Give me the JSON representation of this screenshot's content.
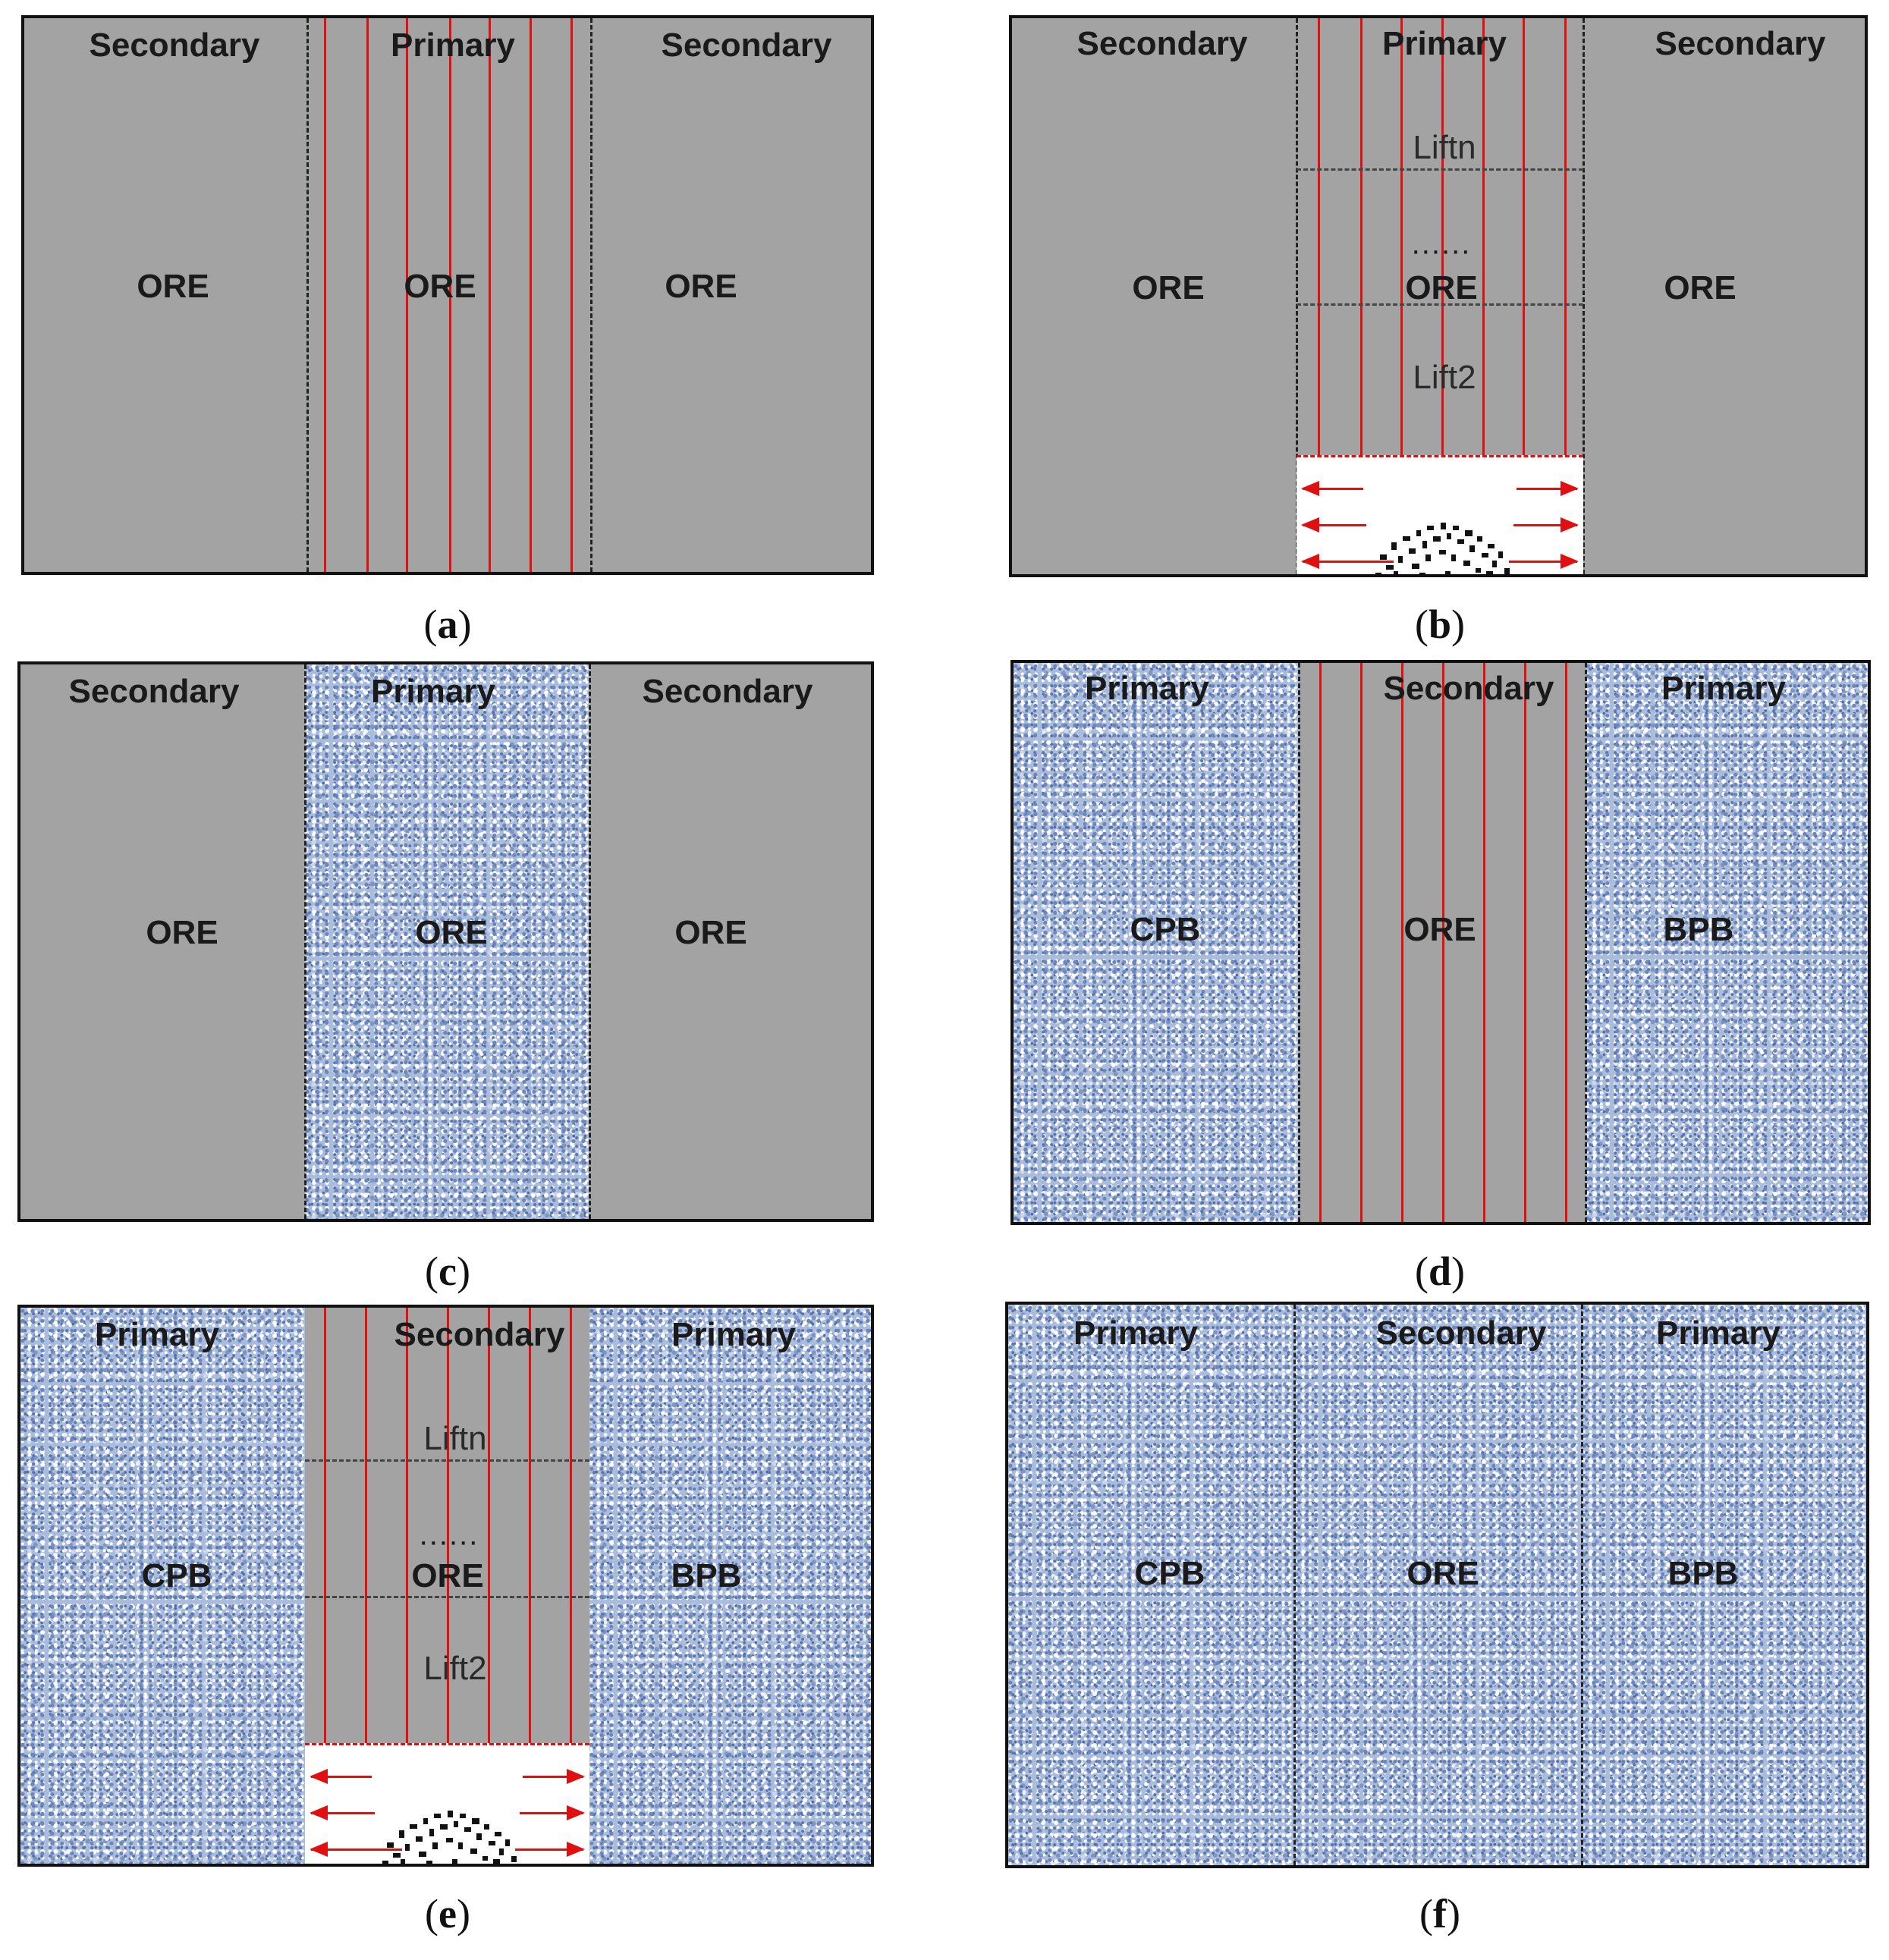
{
  "captions": [
    "a",
    "b",
    "c",
    "d",
    "e",
    "f"
  ],
  "panels": {
    "a": {
      "left": {
        "head": "Secondary",
        "zone": "ORE"
      },
      "center": {
        "head": "Primary",
        "zone": "ORE"
      },
      "right": {
        "head": "Secondary",
        "zone": "ORE"
      }
    },
    "b": {
      "left": {
        "head": "Secondary",
        "zone": "ORE"
      },
      "center": {
        "head": "Primary",
        "zone": "ORE",
        "lift_top": "Liftn",
        "dots": "......",
        "lift_bottom": "Lift2"
      },
      "right": {
        "head": "Secondary",
        "zone": "ORE"
      }
    },
    "c": {
      "left": {
        "head": "Secondary",
        "zone": "ORE"
      },
      "center": {
        "head": "Primary",
        "zone": "ORE"
      },
      "right": {
        "head": "Secondary",
        "zone": "ORE"
      }
    },
    "d": {
      "left": {
        "head": "Primary",
        "zone": "CPB"
      },
      "center": {
        "head": "Secondary",
        "zone": "ORE"
      },
      "right": {
        "head": "Primary",
        "zone": "BPB"
      }
    },
    "e": {
      "left": {
        "head": "Primary",
        "zone": "CPB"
      },
      "center": {
        "head": "Secondary",
        "zone": "ORE",
        "lift_top": "Liftn",
        "dots": "......",
        "lift_bottom": "Lift2"
      },
      "right": {
        "head": "Primary",
        "zone": "BPB"
      }
    },
    "f": {
      "left": {
        "head": "Primary",
        "zone": "CPB"
      },
      "center": {
        "head": "Secondary",
        "zone": "ORE"
      },
      "right": {
        "head": "Primary",
        "zone": "BPB"
      }
    }
  },
  "colors": {
    "ore": "#a3a3a3",
    "backfill": "#a9bcdc",
    "blasthole": "#e01010"
  }
}
